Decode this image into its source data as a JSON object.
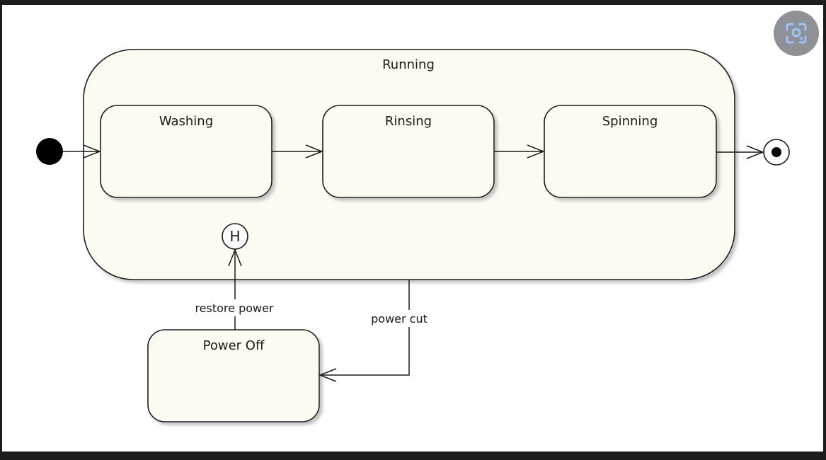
{
  "diagram": {
    "composite_state": {
      "label": "Running"
    },
    "states": {
      "washing": "Washing",
      "rinsing": "Rinsing",
      "spinning": "Spinning",
      "power_off": "Power Off"
    },
    "history_state": {
      "label": "H"
    },
    "transitions": {
      "restore_power": "restore power",
      "power_cut": "power cut"
    }
  },
  "colors": {
    "state_fill": "#fdfaf1",
    "stroke": "#1a1a1a",
    "shadow": "#c9c9c9",
    "lens_button": "#8e9196",
    "lens_icon": "#9cc2ff"
  },
  "overlay": {
    "lens_button_icon": "lens-scan-icon"
  }
}
